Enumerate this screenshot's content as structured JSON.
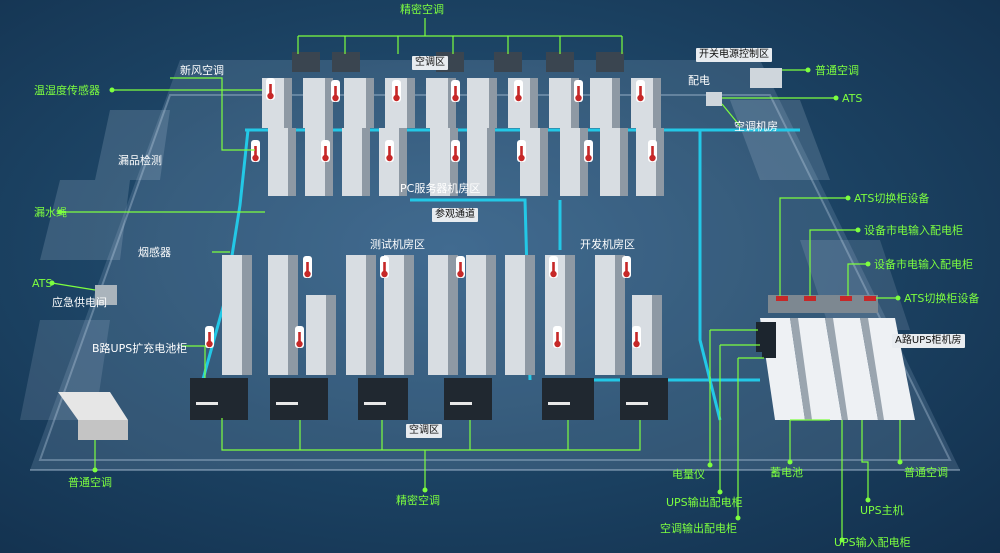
{
  "colors": {
    "background": "#1d4566",
    "callout_line": "#7dff3f",
    "cable": "#23c8e6",
    "rack": "#d8dde2",
    "thermometer": "#c62828"
  },
  "labels": {
    "precision_ac_top": "精密空调",
    "cold_aisle_top": "空调区",
    "fresh_air": "新风空调",
    "temp_humidity_sensor": "温湿度传感器",
    "leak_alarm": "漏品检测",
    "leak_rope": "漏水绳",
    "smoke_detector": "烟感器",
    "ats_left": "ATS",
    "emergency_power": "应急供电间",
    "b_ups": "B路UPS扩充电池柜",
    "general_ac_bottom": "普通空调",
    "precision_ac_bottom": "精密空调",
    "cold_aisle_bottom": "空调区",
    "pc_server_zone": "PC服务器机房区",
    "network_zone": "参观通道",
    "test_zone": "测试机房区",
    "dev_zone": "开发机房区",
    "switch_room": "开关电源控制区",
    "distribution": "配电",
    "general_ac_right": "普通空调",
    "ats_right": "ATS",
    "ac_cabinet": "空调机房",
    "ats_switch_1": "ATS切换柜设备",
    "mains_input_1": "设备市电输入配电柜",
    "mains_input_2": "设备市电输入配电柜",
    "ats_switch_2": "ATS切换柜设备",
    "a_ups": "A路UPS柜机房",
    "power_meter": "电量仪",
    "battery": "蓄电池",
    "general_ac_right_bottom": "普通空调",
    "ups_output": "UPS输出配电柜",
    "ups_host": "UPS主机",
    "ac_output": "空调输出配电柜",
    "ups_input": "UPS输入配电柜"
  }
}
